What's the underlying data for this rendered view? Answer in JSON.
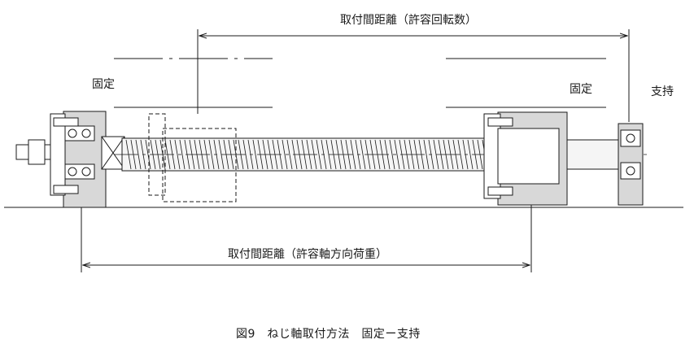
{
  "labels": {
    "fixed_left": "固定",
    "fixed_right": "固定",
    "support": "支持",
    "dim_top": "取付間距離（許容回転数）",
    "dim_bottom": "取付間距離（許容軸方向荷重）"
  },
  "caption": "図9　ねじ軸取付方法　固定ー支持",
  "colors": {
    "housing_fill": "#d8d8d8",
    "line": "#1a1a1a",
    "thread_fill": "#f5f5f5"
  },
  "icons": {
    "bearing": "bearing-symbol",
    "bolt": "bolt-symbol",
    "nut": "ball-nut"
  }
}
